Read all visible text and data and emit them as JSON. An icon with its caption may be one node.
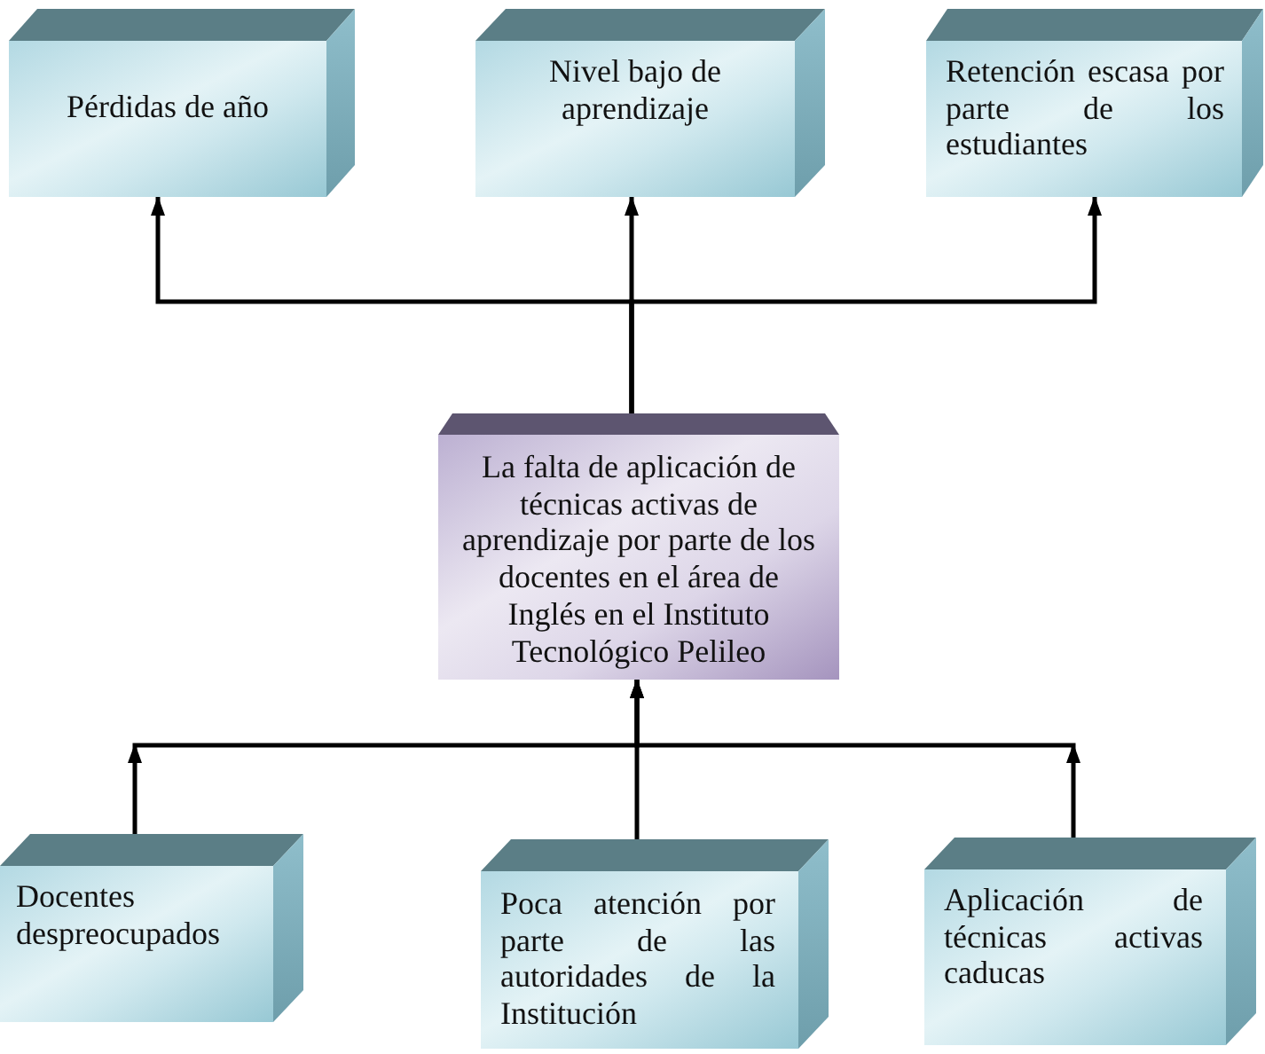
{
  "diagram": {
    "nodes": [
      {
        "text": [
          "Pérdidas de año"
        ]
      },
      {
        "text": [
          "Nivel bajo de aprendizaje"
        ]
      },
      {
        "text": [
          "Retención escasa por parte de los estudiantes"
        ]
      },
      {
        "text": [
          "La falta de aplicación de técnicas activas de aprendizaje por parte de los docentes en el área de Inglés en el Instituto Tecnológico Pelileo"
        ]
      },
      {
        "text": [
          "Docentes despreocupados"
        ]
      },
      {
        "text": [
          "Poca atención por parte de las autoridades de la Institución"
        ]
      },
      {
        "text": [
          "Aplicación de técnicas activas caducas"
        ]
      }
    ],
    "edges": [
      {
        "from": 3,
        "to": 0,
        "arrow": "to"
      },
      {
        "from": 3,
        "to": 1,
        "arrow": "to"
      },
      {
        "from": 3,
        "to": 2,
        "arrow": "to"
      },
      {
        "from": 4,
        "to": 3,
        "arrow": "to"
      },
      {
        "from": 5,
        "to": 3,
        "arrow": "to"
      },
      {
        "from": 6,
        "to": 3,
        "arrow": "to"
      }
    ]
  }
}
